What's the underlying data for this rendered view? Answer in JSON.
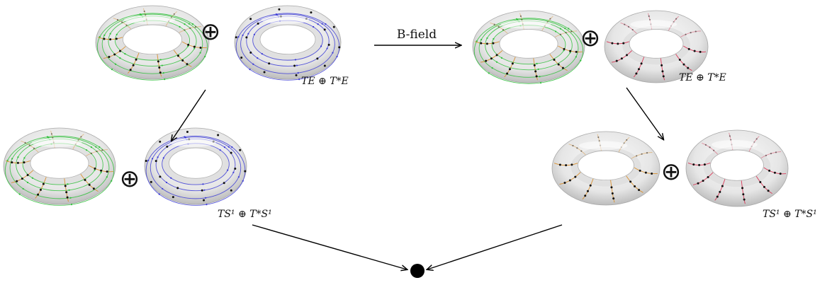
{
  "labels": {
    "top_left": "TE ⊕ T*E",
    "top_right": "TE ⊕ T*E",
    "bottom_left": "TS¹ ⊕ T*S¹",
    "bottom_right": "TS¹ ⊕ T*S¹"
  },
  "edge_label": "B-field",
  "oplus_symbol": "⊕",
  "colors": {
    "green": "#2fbf3a",
    "orange": "#d98a1e",
    "blue": "#3b3bd6",
    "red": "#d8284a",
    "torus_fill": "#ececec",
    "torus_shade": "#c9c9c9",
    "arrow": "#000000"
  }
}
